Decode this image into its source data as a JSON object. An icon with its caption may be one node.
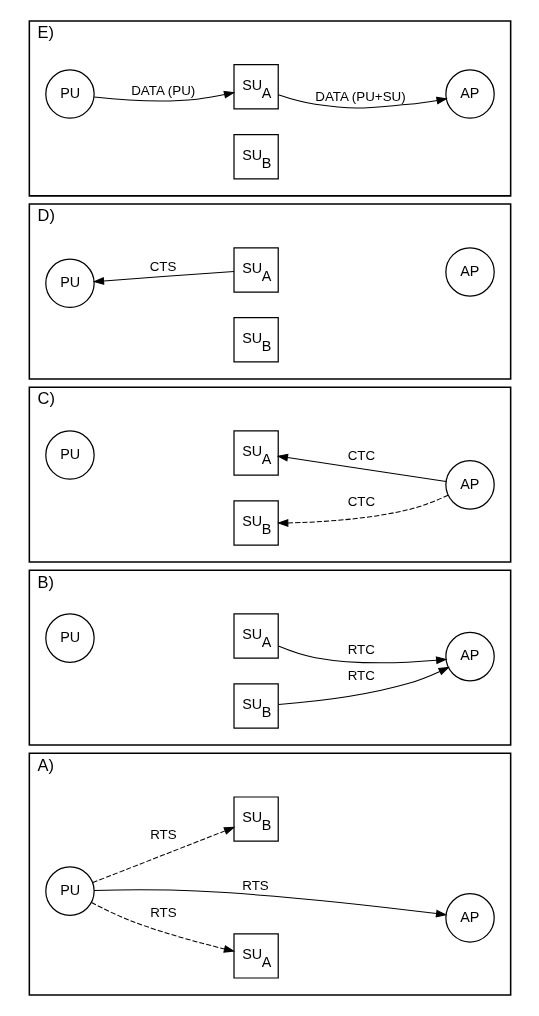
{
  "diagram": {
    "nodes": [
      {
        "text": [
          "A)"
        ]
      },
      {
        "text": [
          "PU"
        ],
        "in": 0
      },
      {
        "text": [
          "SU$_{A}$"
        ],
        "in": 0
      },
      {
        "text": [
          "AP"
        ],
        "in": 0
      },
      {
        "text": [
          "SU$_{B}$"
        ],
        "in": 0
      },
      {
        "text": [
          "B)"
        ]
      },
      {
        "text": [
          "PU"
        ],
        "in": 5
      },
      {
        "text": [
          "SU$_{A}$"
        ],
        "in": 5
      },
      {
        "text": [
          "AP"
        ],
        "in": 5
      },
      {
        "text": [
          "SU$_{B}$"
        ],
        "in": 5
      },
      {
        "text": [
          "C)"
        ]
      },
      {
        "text": [
          "PU"
        ],
        "in": 10
      },
      {
        "text": [
          "SU$_{A}$"
        ],
        "in": 10
      },
      {
        "text": [
          "AP"
        ],
        "in": 10
      },
      {
        "text": [
          "SU$_{B}$"
        ],
        "in": 10
      },
      {
        "text": [
          "D)"
        ]
      },
      {
        "text": [
          "PU"
        ],
        "in": 15
      },
      {
        "text": [
          "SU$_{A}$"
        ],
        "in": 15
      },
      {
        "text": [
          "AP"
        ],
        "in": 15
      },
      {
        "text": [
          "SU$_{B}$"
        ],
        "in": 15
      },
      {
        "text": [
          "E)"
        ]
      },
      {
        "text": [
          "PU"
        ],
        "in": 20
      },
      {
        "text": [
          "SU$_{A}$"
        ],
        "in": 20
      },
      {
        "text": [
          "AP"
        ],
        "in": 20
      },
      {
        "text": [
          "SU$_{B}$"
        ],
        "in": 20
      }
    ],
    "edges": [
      {
        "from": 1,
        "to": 2,
        "arrow": "to",
        "label": "RTS",
        "style": "dashed"
      },
      {
        "from": 1,
        "to": 3,
        "arrow": "to",
        "label": "RTS"
      },
      {
        "from": 1,
        "to": 4,
        "arrow": "to",
        "label": "RTS",
        "style": "dashed"
      },
      {
        "from": 7,
        "to": 8,
        "arrow": "to",
        "label": "RTC"
      },
      {
        "from": 9,
        "to": 8,
        "arrow": "to",
        "label": "RTC"
      },
      {
        "from": 13,
        "to": 12,
        "arrow": "to",
        "label": "CTC"
      },
      {
        "from": 13,
        "to": 14,
        "arrow": "to",
        "label": "CTC",
        "style": "dashed"
      },
      {
        "from": 17,
        "to": 16,
        "arrow": "to",
        "label": "CTS"
      },
      {
        "from": 21,
        "to": 22,
        "arrow": "to",
        "label": "DATA (PU)"
      },
      {
        "from": 22,
        "to": 23,
        "arrow": "to",
        "label": "DATA (PU+SU)"
      }
    ]
  }
}
